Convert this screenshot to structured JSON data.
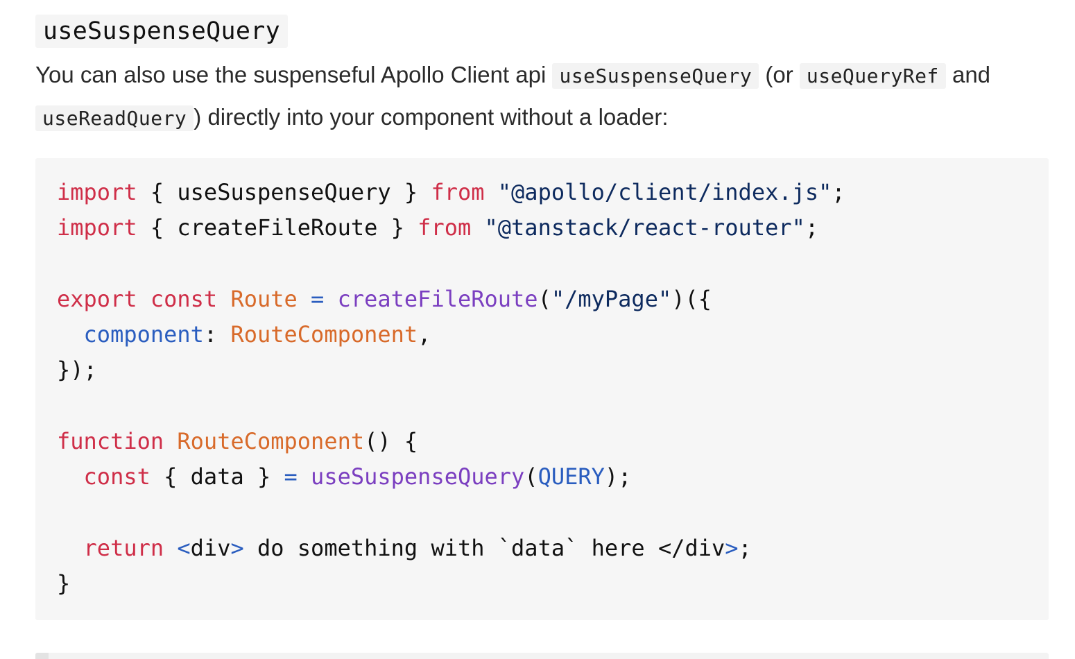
{
  "heading": "useSuspenseQuery",
  "paragraph": {
    "t1": "You can also use the suspenseful Apollo Client api ",
    "c1": "useSuspenseQuery",
    "t2": " (or ",
    "c2": "useQueryRef",
    "t3": " and ",
    "c3": "useReadQuery",
    "t4": ") directly into your component without a loader:"
  },
  "code": {
    "l1": {
      "a": "import",
      "b": " { useSuspenseQuery } ",
      "c": "from",
      "d": " ",
      "e": "\"@apollo/client/index.js\"",
      "f": ";"
    },
    "l2": {
      "a": "import",
      "b": " { createFileRoute } ",
      "c": "from",
      "d": " ",
      "e": "\"@tanstack/react-router\"",
      "f": ";"
    },
    "l4": {
      "a": "export",
      "b": " ",
      "c": "const",
      "d": " ",
      "e": "Route",
      "f": " ",
      "g": "=",
      "h": " ",
      "i": "createFileRoute",
      "j": "(",
      "k": "\"/myPage\"",
      "l": ")({"
    },
    "l5": {
      "a": "  ",
      "b": "component",
      "c": ": ",
      "d": "RouteComponent",
      "e": ","
    },
    "l6": {
      "a": "});"
    },
    "l8": {
      "a": "function",
      "b": " ",
      "c": "RouteComponent",
      "d": "() {"
    },
    "l9": {
      "a": "  ",
      "b": "const",
      "c": " { data } ",
      "d": "=",
      "e": " ",
      "f": "useSuspenseQuery",
      "g": "(",
      "h": "QUERY",
      "i": ");"
    },
    "l11": {
      "a": "  ",
      "b": "return",
      "c": " ",
      "d": "<",
      "e": "div",
      "f": ">",
      "g": " do something with `data` here </div",
      "h": ">",
      "i": ";"
    },
    "l12": {
      "a": "}"
    }
  },
  "colors": {
    "keyword": "#cf2e48",
    "string": "#0d2a5e",
    "function": "#7b3fc0",
    "class": "#d86a2a",
    "property": "#2a5dbf",
    "code_background": "#f6f6f6"
  }
}
